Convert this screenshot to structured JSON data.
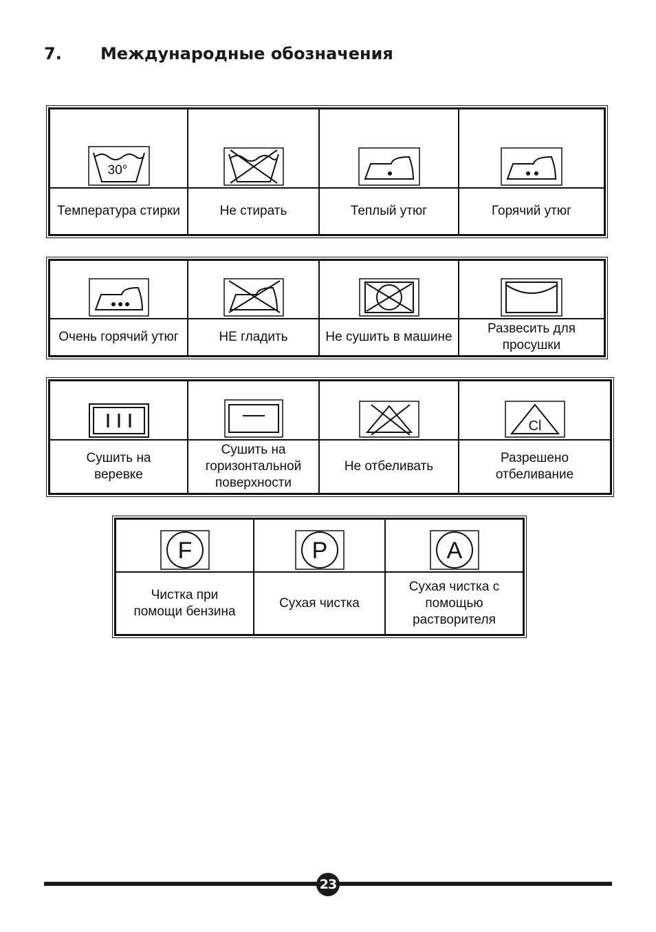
{
  "section": {
    "number": "7.",
    "title": "Международные обозначения"
  },
  "tables": [
    {
      "cells": [
        {
          "icon": "wash-30-icon",
          "label": "Температура стирки",
          "icon_text": "30°"
        },
        {
          "icon": "do-not-wash-icon",
          "label": "Не стирать"
        },
        {
          "icon": "iron-one-dot-icon",
          "label": "Теплый утюг"
        },
        {
          "icon": "iron-two-dots-icon",
          "label": "Горячий утюг"
        }
      ]
    },
    {
      "cells": [
        {
          "icon": "iron-three-dots-icon",
          "label": "Очень горячий утюг"
        },
        {
          "icon": "do-not-iron-icon",
          "label": "НЕ гладить"
        },
        {
          "icon": "do-not-tumble-dry-icon",
          "label": "Не сушить в машине"
        },
        {
          "icon": "hang-dry-icon",
          "label": "Развесить для просушки"
        }
      ]
    },
    {
      "cells": [
        {
          "icon": "line-dry-icon",
          "label": "Сушить на веревке"
        },
        {
          "icon": "dry-flat-icon",
          "label": "Сушить на горизонтальной поверхности"
        },
        {
          "icon": "do-not-bleach-icon",
          "label": "Не отбеливать"
        },
        {
          "icon": "chlorine-bleach-icon",
          "label": "Разрешено отбеливание",
          "icon_text": "Cl"
        }
      ]
    },
    {
      "cells": [
        {
          "icon": "dry-clean-f-icon",
          "label": "Чистка при помощи бензина",
          "icon_text": "F"
        },
        {
          "icon": "dry-clean-p-icon",
          "label": "Сухая чистка",
          "icon_text": "P"
        },
        {
          "icon": "dry-clean-a-icon",
          "label": "Сухая чистка с помощью растворителя",
          "icon_text": "A"
        }
      ]
    }
  ],
  "footer": {
    "page_number": "23"
  }
}
